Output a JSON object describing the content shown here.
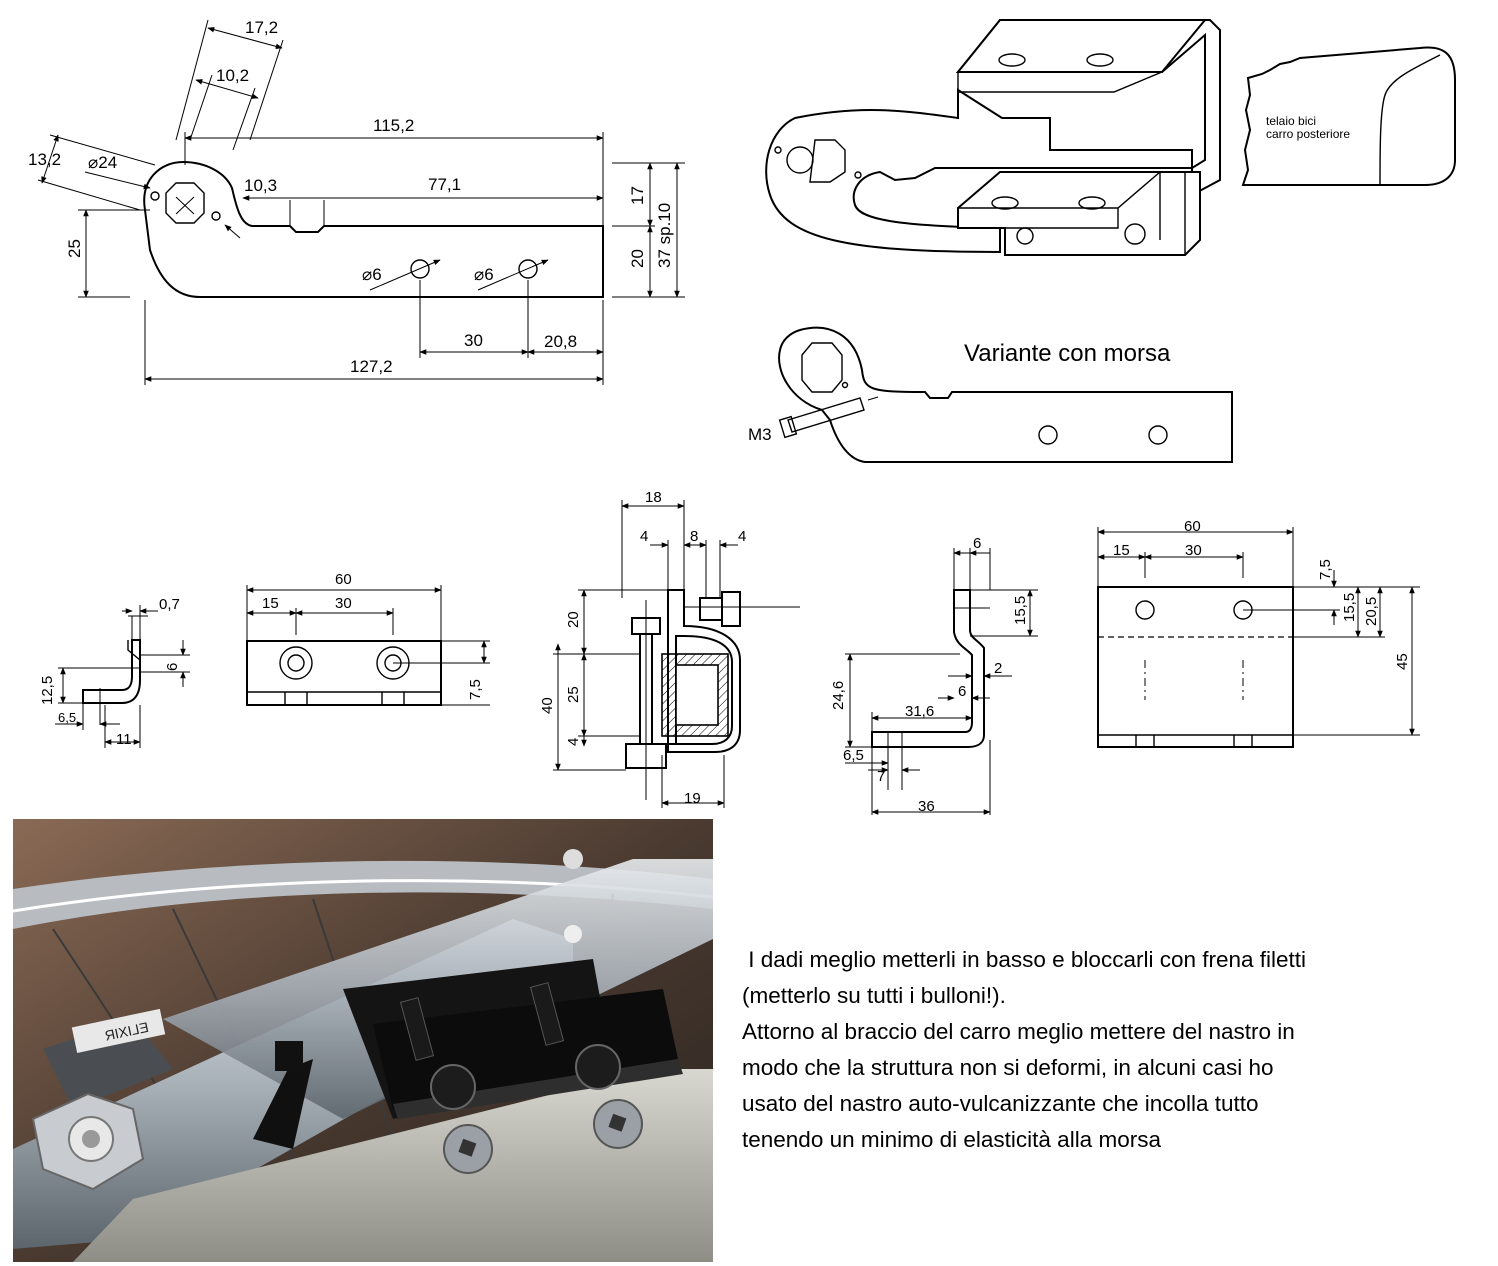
{
  "side_view": {
    "dim_width_total": "17,2",
    "dim_width_inner": "10,2",
    "dim_offset": "13,2",
    "dim_hole_diam": "⌀24",
    "dim_top_length": "115,2",
    "dim_slot_start": "10,3",
    "dim_slot_length": "77,1",
    "dim_height_left": "25",
    "dim_upper_height": "17",
    "dim_lower_height": "20",
    "dim_total_height": "37 sp.10",
    "hole_1": "⌀6",
    "hole_2": "⌀6",
    "dim_hole_spacing": "30",
    "dim_hole_edge": "20,8",
    "dim_total_length": "127,2"
  },
  "iso_view": {
    "label_line_1": "telaio bici",
    "label_line_2": "carro posteriore"
  },
  "variant": {
    "title": "Variante con morsa",
    "screw_label": "M3"
  },
  "small_angle": {
    "dim_thickness": "0,7",
    "dim_height": "12,5",
    "dim_inner": "6",
    "dim_base": "6,5",
    "dim_width": "11"
  },
  "plate_top": {
    "dim_length": "60",
    "dim_first": "15",
    "dim_spacing": "30",
    "dim_height": "7,5"
  },
  "section_view": {
    "dim_top": "18",
    "dim_a": "4",
    "dim_b": "8",
    "dim_c": "4",
    "dim_upper": "20",
    "dim_total": "40",
    "dim_middle": "25",
    "dim_lower": "4",
    "dim_bottom": "19"
  },
  "bracket_side": {
    "dim_top": "6",
    "dim_upper": "15,5",
    "dim_thick": "2",
    "dim_height": "24,6",
    "dim_inner": "6",
    "dim_arm": "31,6",
    "dim_base": "6,5",
    "dim_gap": "7",
    "dim_width": "36"
  },
  "bracket_front": {
    "dim_length": "60",
    "dim_first": "15",
    "dim_spacing": "30",
    "dim_hole_top": "7,5",
    "dim_hole": "15,5",
    "dim_bend": "20,5",
    "dim_height": "45"
  },
  "photo": {
    "brand_label": "ELIXIR"
  },
  "notes": {
    "paragraph_1": " I dadi meglio metterli in basso e bloccarli con frena filetti\n(metterlo su tutti i bulloni!).",
    "paragraph_2": "Attorno al braccio del carro meglio mettere del nastro in\nmodo che la struttura non si deformi, in alcuni casi ho\nusato del nastro auto-vulcanizzante che incolla tutto\ntenendo un minimo di elasticità alla morsa"
  }
}
